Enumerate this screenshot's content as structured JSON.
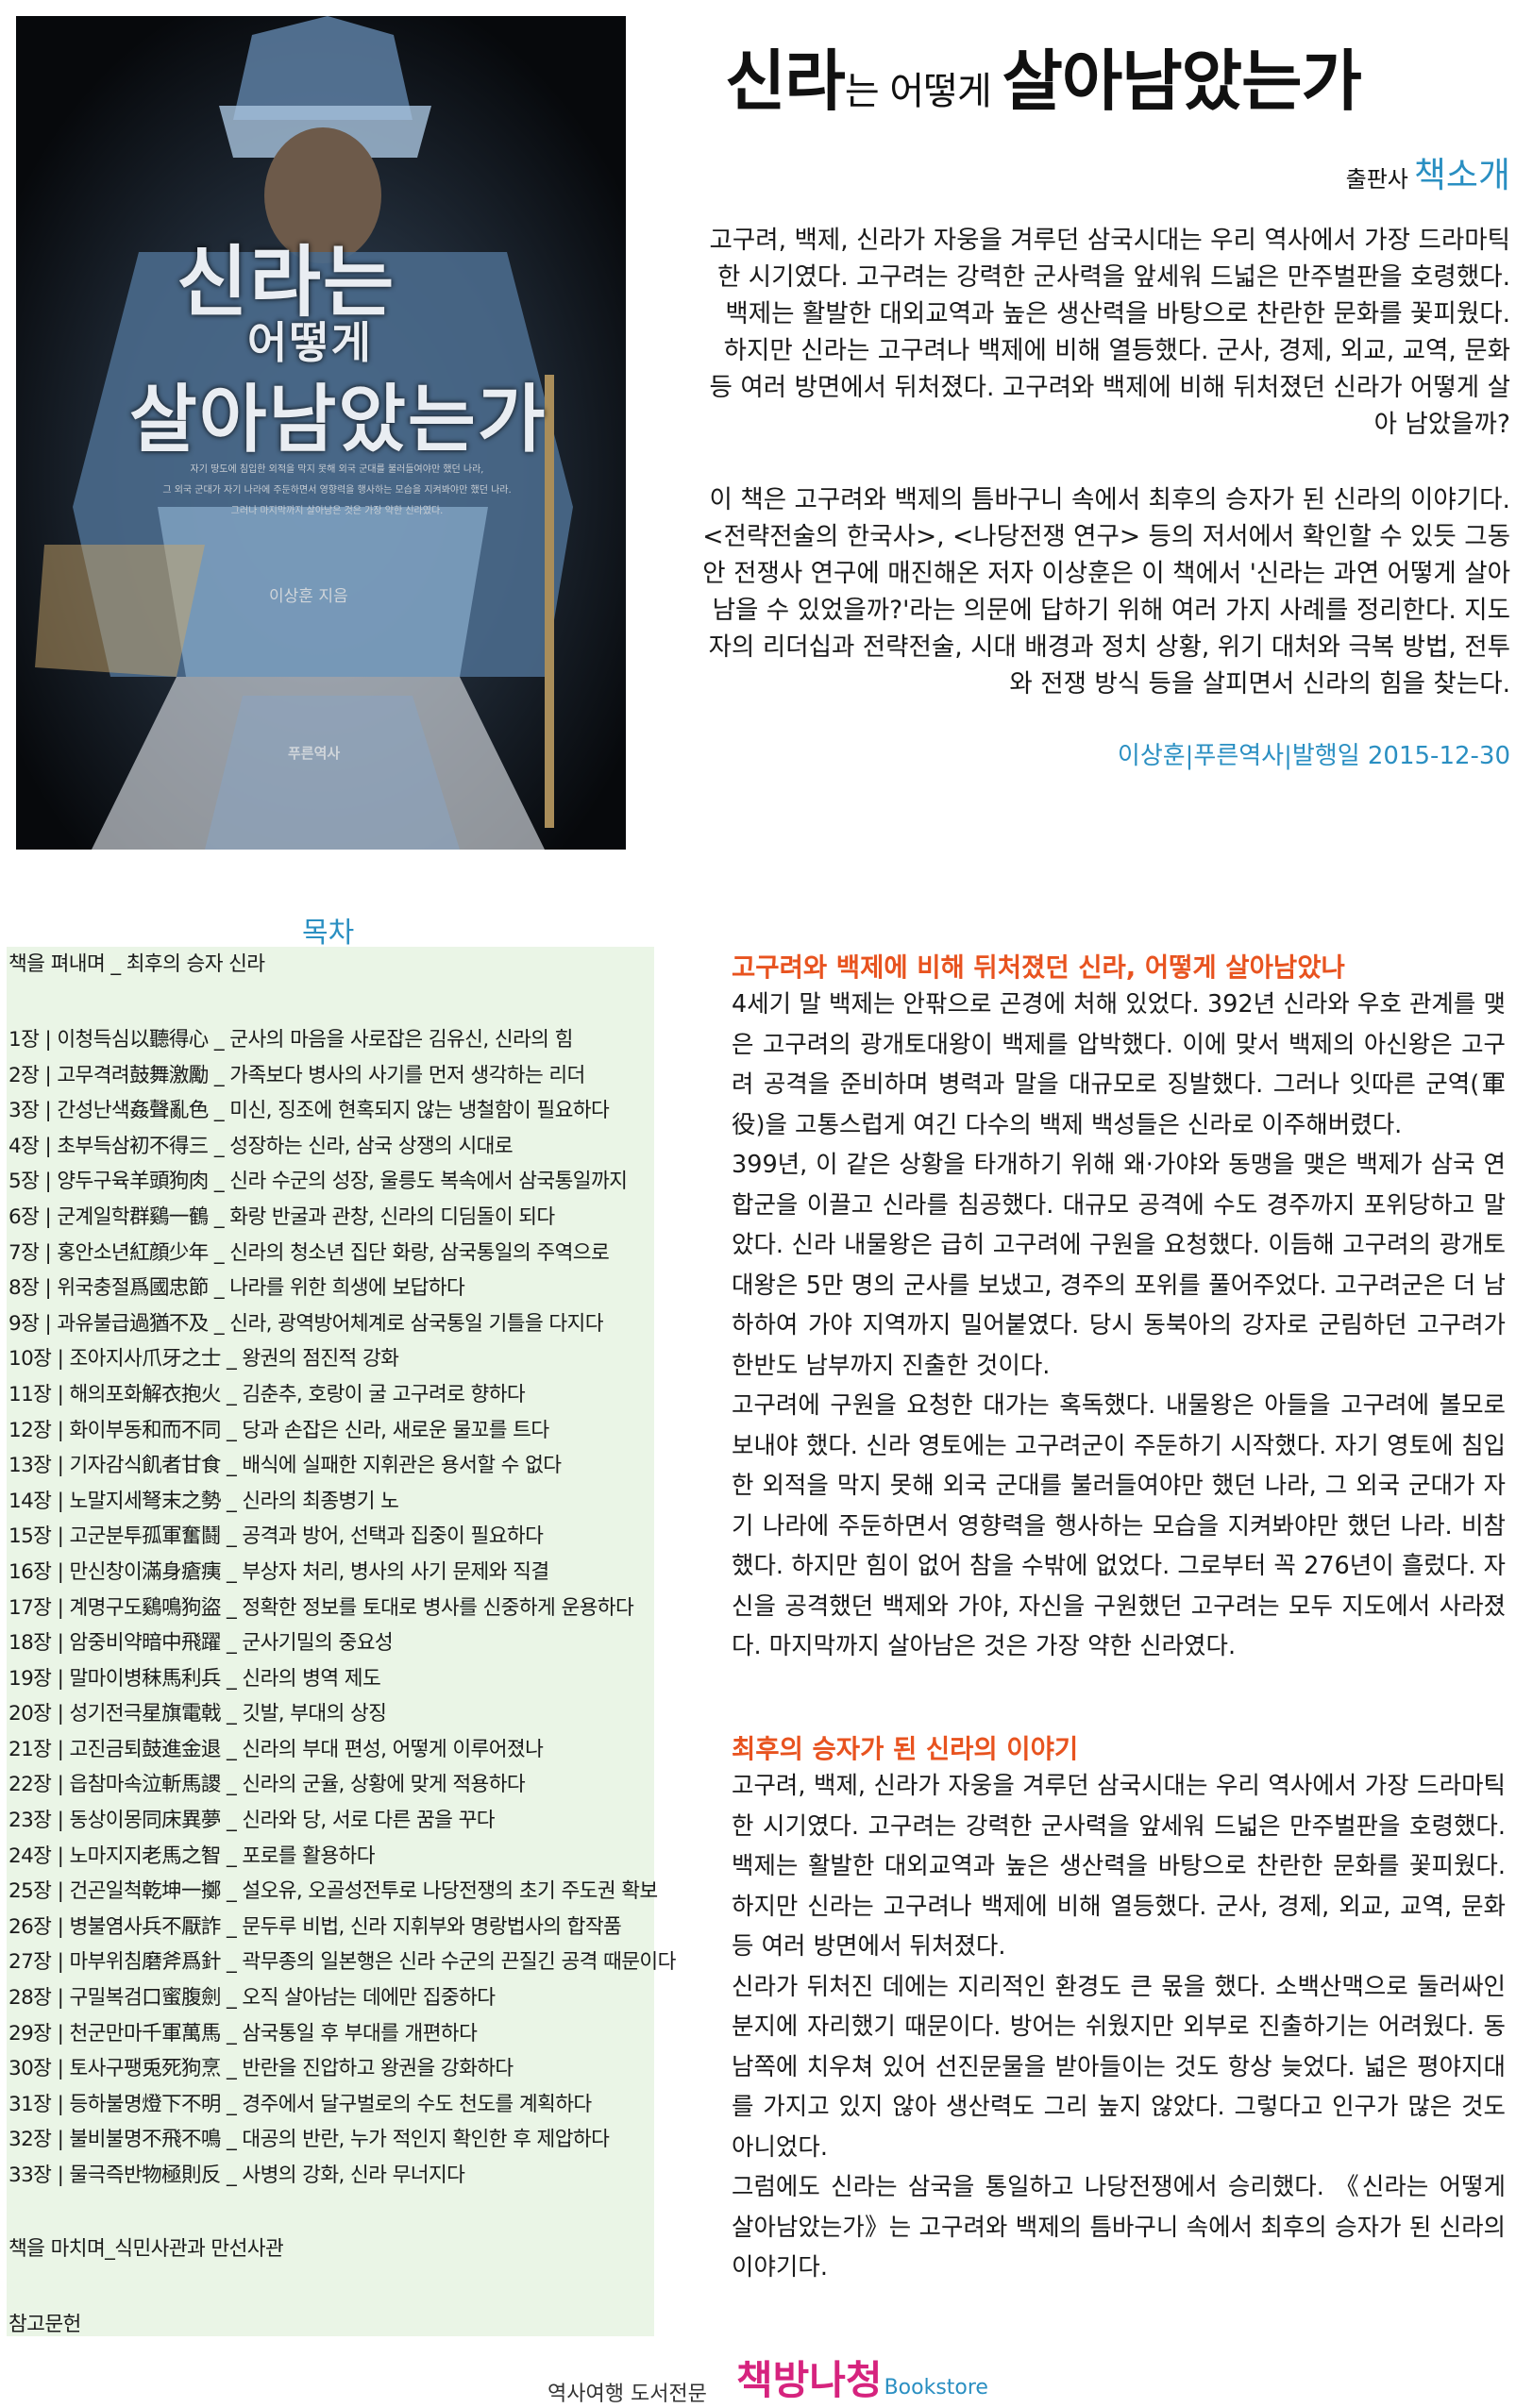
{
  "cover": {
    "title_line1": "신라는",
    "title_line2": "어떻게",
    "title_line3": "살아남았는가",
    "description_lines": [
      "자기 땅도에 침입한 외적을 막지 못해 외국 군대를 불러들여야만 했던 나라,",
      "그 외국 군대가 자기 나라에 주둔하면서 영향력을 행사하는 모습을 지켜봐야만 했던 나라.",
      "그러나 마지막까지 살아남은 것은 가장 약한 신라였다."
    ],
    "author": "이상훈 지음",
    "publisher": "푸른역사"
  },
  "header": {
    "title_parts": [
      "신라",
      "는",
      " 어떻게 ",
      "살아남았는가"
    ],
    "intro_label": "출판사",
    "intro_big": "책소개"
  },
  "intro": {
    "para1": "고구려, 백제, 신라가 자웅을 겨루던 삼국시대는 우리 역사에서 가장 드라마틱한 시기였다. 고구려는 강력한 군사력을 앞세워 드넓은 만주벌판을 호령했다. 백제는 활발한 대외교역과 높은 생산력을 바탕으로 찬란한 문화를 꽃피웠다. 하지만 신라는 고구려나 백제에 비해 열등했다. 군사, 경제, 외교, 교역, 문화 등 여러 방면에서 뒤처졌다. 고구려와 백제에 비해 뒤처졌던 신라가 어떻게 살아 남았을까?",
    "para2": "이 책은 고구려와 백제의 틈바구니 속에서 최후의 승자가 된 신라의 이야기다. <전략전술의 한국사>, <나당전쟁 연구> 등의 저서에서 확인할 수 있듯 그동안 전쟁사 연구에 매진해온 저자 이상훈은 이 책에서 '신라는 과연 어떻게 살아남을 수 있었을까?'라는 의문에 답하기 위해 여러 가지 사례를 정리한다. 지도자의 리더십과 전략전술, 시대 배경과 정치 상황, 위기 대처와 극복 방법, 전투와 전쟁 방식 등을 살피면서 신라의 힘을 찾는다.",
    "pubinfo": "이상훈|푸른역사|발행일 2015-12-30"
  },
  "toc": {
    "title": "목차",
    "preface": "책을 펴내며 _ 최후의 승자 신라",
    "chapters": [
      "1장 | 이청득심以聽得心 _ 군사의 마음을 사로잡은 김유신, 신라의 힘",
      "2장 | 고무격려鼓舞激勵 _ 가족보다 병사의 사기를 먼저 생각하는 리더",
      "3장 | 간성난색姦聲亂色 _ 미신, 징조에 현혹되지 않는 냉철함이 필요하다",
      "4장 | 초부득삼初不得三 _ 성장하는 신라, 삼국 상쟁의 시대로",
      "5장 | 양두구육羊頭狗肉 _ 신라 수군의 성장, 울릉도 복속에서 삼국통일까지",
      "6장 | 군계일학群鷄一鶴 _ 화랑 반굴과 관창, 신라의 디딤돌이 되다",
      "7장 | 홍안소년紅顔少年 _ 신라의 청소년 집단 화랑, 삼국통일의 주역으로",
      "8장 | 위국충절爲國忠節 _ 나라를 위한 희생에 보답하다",
      "9장 | 과유불급過猶不及 _ 신라, 광역방어체계로 삼국통일 기틀을 다지다",
      "10장 | 조아지사爪牙之士 _ 왕권의 점진적 강화",
      "11장 | 해의포화解衣抱火 _ 김춘추, 호랑이 굴 고구려로 향하다",
      "12장 | 화이부동和而不同 _ 당과 손잡은 신라, 새로운 물꼬를 트다",
      "13장 | 기자감식飢者甘食 _ 배식에 실패한 지휘관은 용서할 수 없다",
      "14장 | 노말지세弩末之勢 _ 신라의 최종병기 노",
      "15장 | 고군분투孤軍奮鬪 _ 공격과 방어, 선택과 집중이 필요하다",
      "16장 | 만신창이滿身瘡痍 _ 부상자 처리, 병사의 사기 문제와 직결",
      "17장 | 계명구도鷄鳴狗盜 _ 정확한 정보를 토대로 병사를 신중하게 운용하다",
      "18장 | 암중비약暗中飛躍 _ 군사기밀의 중요성",
      "19장 | 말마이병秣馬利兵 _ 신라의 병역 제도",
      "20장 | 성기전극星旗電戟 _ 깃발, 부대의 상징",
      "21장 | 고진금퇴鼓進金退 _ 신라의 부대 편성, 어떻게 이루어졌나",
      "22장 | 읍참마속泣斬馬謖 _ 신라의 군율, 상황에 맞게 적용하다",
      "23장 | 동상이몽同床異夢 _ 신라와 당, 서로 다른 꿈을 꾸다",
      "24장 | 노마지지老馬之智 _ 포로를 활용하다",
      "25장 | 건곤일척乾坤一擲 _ 설오유, 오골성전투로 나당전쟁의 초기 주도권 확보",
      "26장 | 병불염사兵不厭詐 _ 문두루 비법, 신라 지휘부와 명랑법사의 합작품",
      "27장 | 마부위침磨斧爲針 _ 곽무종의 일본행은 신라 수군의 끈질긴 공격 때문이다",
      "28장 | 구밀복검口蜜腹劍 _ 오직 살아남는 데에만 집중하다",
      "29장 | 천군만마千軍萬馬 _ 삼국통일 후 부대를 개편하다",
      "30장 | 토사구팽兎死狗烹 _ 반란을 진압하고 왕권을 강화하다",
      "31장 | 등하불명燈下不明 _ 경주에서 달구벌로의 수도 천도를 계획하다",
      "32장 | 불비불명不飛不鳴 _ 대공의 반란, 누가 적인지 확인한 후 제압하다",
      "33장 | 물극즉반物極則反 _ 사병의 강화, 신라 무너지다"
    ],
    "epilogue": "책을 마치며_식민사관과 만선사관",
    "references": "참고문헌"
  },
  "article": {
    "section1": {
      "heading": "고구려와 백제에 비해 뒤처졌던 신라, 어떻게 살아남았나",
      "paragraphs": [
        "4세기 말 백제는 안팎으로 곤경에 처해 있었다. 392년 신라와 우호 관계를 맺은 고구려의 광개토대왕이 백제를 압박했다. 이에 맞서 백제의 아신왕은 고구려 공격을 준비하며 병력과 말을 대규모로 징발했다. 그러나 잇따른 군역(軍役)을 고통스럽게 여긴 다수의 백제 백성들은 신라로 이주해버렸다.",
        "399년, 이 같은 상황을 타개하기 위해 왜·가야와 동맹을 맺은 백제가 삼국 연합군을 이끌고 신라를 침공했다. 대규모 공격에 수도 경주까지 포위당하고 말았다. 신라 내물왕은 급히 고구려에 구원을 요청했다. 이듬해 고구려의 광개토대왕은 5만 명의 군사를 보냈고, 경주의 포위를 풀어주었다. 고구려군은 더 남하하여 가야 지역까지 밀어붙였다. 당시 동북아의 강자로 군림하던 고구려가 한반도 남부까지 진출한 것이다.",
        "고구려에 구원을 요청한 대가는 혹독했다. 내물왕은 아들을 고구려에 볼모로 보내야 했다. 신라 영토에는 고구려군이 주둔하기 시작했다. 자기 영토에 침입한 외적을 막지 못해 외국 군대를 불러들여야만 했던 나라, 그 외국 군대가 자기 나라에 주둔하면서 영향력을 행사하는 모습을 지켜봐야만 했던 나라. 비참했다. 하지만 힘이 없어 참을 수밖에 없었다. 그로부터 꼭 276년이 흘렀다. 자신을 공격했던 백제와 가야, 자신을 구원했던 고구려는 모두 지도에서 사라졌다. 마지막까지 살아남은 것은 가장 약한 신라였다."
      ]
    },
    "section2": {
      "heading": "최후의 승자가 된 신라의 이야기",
      "paragraphs": [
        "고구려, 백제, 신라가 자웅을 겨루던 삼국시대는 우리 역사에서 가장 드라마틱한 시기였다. 고구려는 강력한 군사력을 앞세워 드넓은 만주벌판을 호령했다. 백제는 활발한 대외교역과 높은 생산력을 바탕으로 찬란한 문화를 꽃피웠다. 하지만 신라는 고구려나 백제에 비해 열등했다. 군사, 경제, 외교, 교역, 문화 등 여러 방면에서 뒤처졌다.",
        "신라가 뒤처진 데에는 지리적인 환경도 큰 몫을 했다. 소백산맥으로 둘러싸인 분지에 자리했기 때문이다. 방어는 쉬웠지만 외부로 진출하기는 어려웠다. 동남쪽에 치우쳐 있어 선진문물을 받아들이는 것도 항상 늦었다. 넓은 평야지대를 가지고 있지 않아 생산력도 그리 높지 않았다. 그렇다고 인구가 많은 것도 아니었다.",
        "그럼에도 신라는 삼국을 통일하고 나당전쟁에서 승리했다. 《신라는 어떻게 살아남았는가》는 고구려와 백제의 틈바구니 속에서 최후의 승자가 된 신라의 이야기다."
      ]
    }
  },
  "footer": {
    "tagline": "역사여행 도서전문",
    "logo": "책방나청",
    "logo_en": "Bookstore"
  },
  "colors": {
    "accent_blue": "#2a8fc2",
    "accent_orange": "#e8531f",
    "toc_bg": "#eaf5e6",
    "logo_pink": "#d6237e"
  }
}
